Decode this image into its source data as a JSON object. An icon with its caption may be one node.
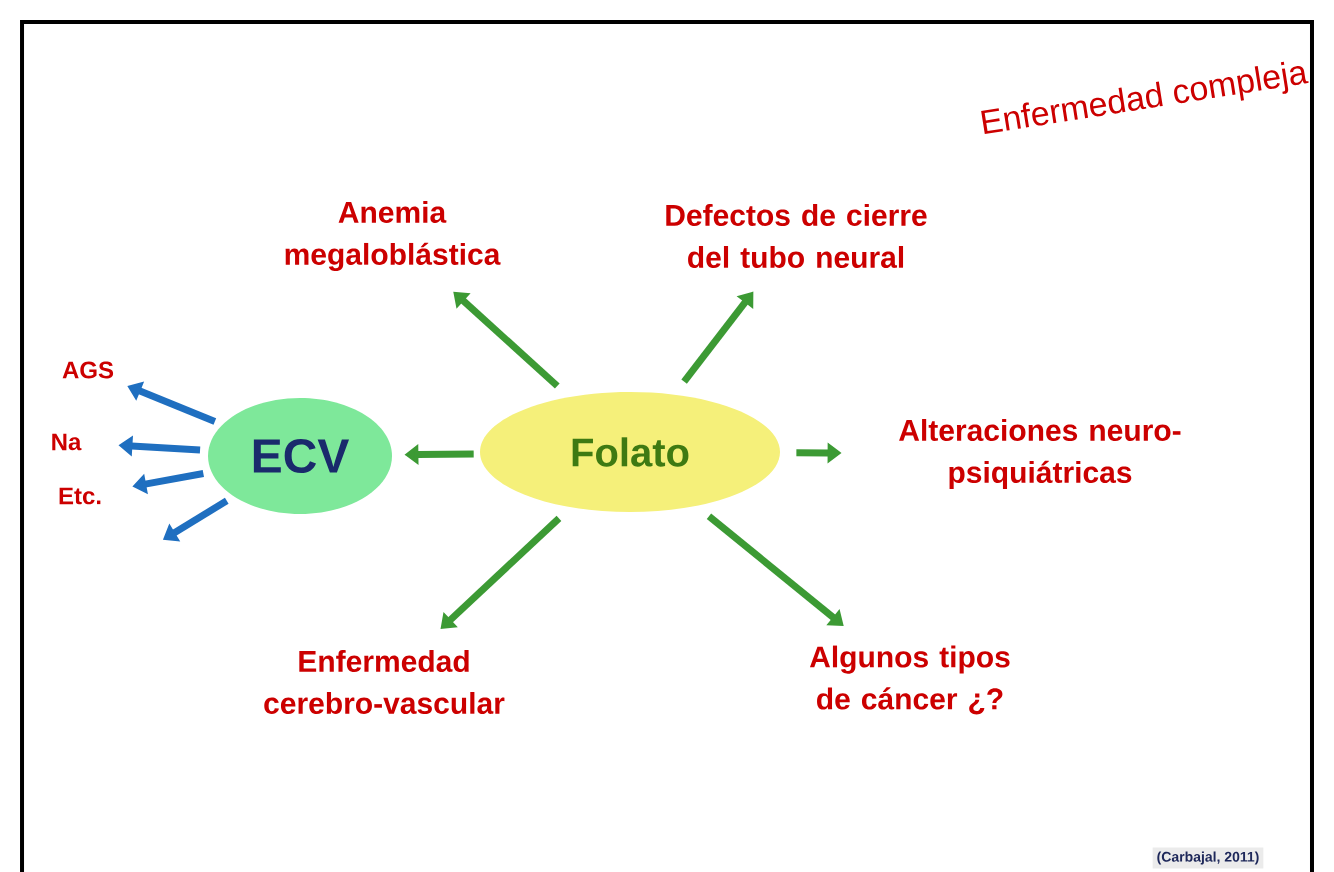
{
  "diagram": {
    "nodes": [
      {
        "text": [
          "Folato"
        ]
      },
      {
        "text": [
          "ECV"
        ]
      },
      {
        "text": [
          "Anemia megaloblástica"
        ]
      },
      {
        "text": [
          "Defectos de cierre del tubo neural"
        ]
      },
      {
        "text": [
          "Alteraciones neuro-psiquiátricas"
        ]
      },
      {
        "text": [
          "Algunos tipos de cáncer ¿?"
        ]
      },
      {
        "text": [
          "Enfermedad cerebro-vascular"
        ]
      },
      {
        "text": [
          "AGS"
        ]
      },
      {
        "text": [
          "Na"
        ]
      },
      {
        "text": [
          "Etc."
        ]
      }
    ],
    "edges": [
      {
        "from": 0,
        "to": 1,
        "arrow": "to"
      },
      {
        "from": 0,
        "to": 2,
        "arrow": "to"
      },
      {
        "from": 0,
        "to": 3,
        "arrow": "to"
      },
      {
        "from": 0,
        "to": 4,
        "arrow": "to"
      },
      {
        "from": 0,
        "to": 5,
        "arrow": "to"
      },
      {
        "from": 0,
        "to": 6,
        "arrow": "to"
      },
      {
        "from": 1,
        "to": 7,
        "arrow": "to",
        "color": "#1f6fc0"
      },
      {
        "from": 1,
        "to": 8,
        "arrow": "to",
        "color": "#1f6fc0"
      },
      {
        "from": 1,
        "to": 9,
        "arrow": "to",
        "color": "#1f6fc0"
      },
      {
        "from": 1,
        "to": null,
        "arrow": "to",
        "color": "#1f6fc0"
      }
    ],
    "labels": [
      "Enfermedad compleja",
      "(Carbajal, 2011)"
    ]
  }
}
